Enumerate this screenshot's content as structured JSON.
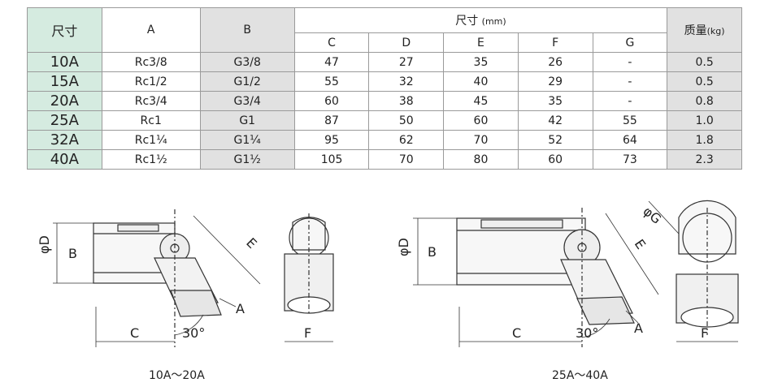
{
  "table": {
    "header": {
      "size_label": "尺寸",
      "col_a": "A",
      "col_b": "B",
      "dim_group": "尺寸",
      "dim_unit": "(mm)",
      "mass_label": "质量",
      "mass_unit": "(kg)",
      "dims": [
        "C",
        "D",
        "E",
        "F",
        "G"
      ]
    },
    "rows": [
      {
        "size": "10A",
        "a": "Rc3/8",
        "b": "G3/8",
        "c": "47",
        "d": "27",
        "e": "35",
        "f": "26",
        "g": "-",
        "mass": "0.5"
      },
      {
        "size": "15A",
        "a": "Rc1/2",
        "b": "G1/2",
        "c": "55",
        "d": "32",
        "e": "40",
        "f": "29",
        "g": "-",
        "mass": "0.5"
      },
      {
        "size": "20A",
        "a": "Rc3/4",
        "b": "G3/4",
        "c": "60",
        "d": "38",
        "e": "45",
        "f": "35",
        "g": "-",
        "mass": "0.8"
      },
      {
        "size": "25A",
        "a": "Rc1",
        "b": "G1",
        "c": "87",
        "d": "50",
        "e": "60",
        "f": "42",
        "g": "55",
        "mass": "1.0"
      },
      {
        "size": "32A",
        "a": "Rc1¼",
        "b": "G1¼",
        "c": "95",
        "d": "62",
        "e": "70",
        "f": "52",
        "g": "64",
        "mass": "1.8"
      },
      {
        "size": "40A",
        "a": "Rc1½",
        "b": "G1½",
        "c": "105",
        "d": "70",
        "e": "80",
        "f": "60",
        "g": "73",
        "mass": "2.3"
      }
    ]
  },
  "drawings": {
    "left": {
      "caption": "10A～20A",
      "labels": {
        "phi_d": "φD",
        "b": "B",
        "e": "E",
        "a": "A",
        "c": "C",
        "angle": "30°",
        "f": "F"
      }
    },
    "right": {
      "caption": "25A～40A",
      "labels": {
        "phi_d": "φD",
        "b": "B",
        "e": "E",
        "a": "A",
        "c": "C",
        "angle": "30°",
        "f": "F",
        "phi_g": "φG"
      }
    }
  }
}
